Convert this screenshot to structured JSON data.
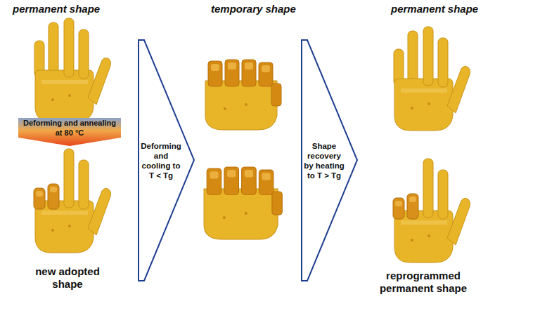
{
  "diagram": {
    "nodes": [
      {
        "text": [
          "Deforming and annealing at 80 °C"
        ]
      },
      {
        "text": [
          "Deforming and cooling to T < Tg"
        ]
      },
      {
        "text": [
          "Shape recovery by heating to T > Tg"
        ]
      }
    ],
    "labels": [
      "permanent shape",
      "temporary shape",
      "permanent shape",
      "new adopted shape",
      "reprogrammed permanent shape"
    ]
  }
}
